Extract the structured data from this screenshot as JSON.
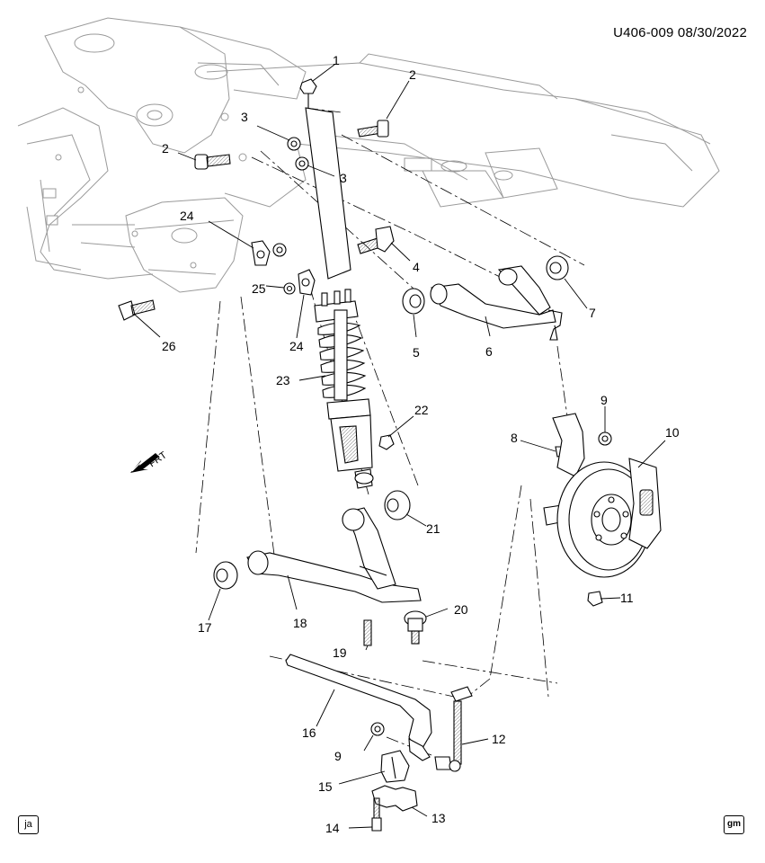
{
  "header": {
    "diagram_code": "U406-009  08/30/2022"
  },
  "direction_marker": {
    "label": "FRT",
    "icon": "front-arrow-icon"
  },
  "corner_badges": {
    "left": "ja",
    "right": "gm"
  },
  "callouts": {
    "c1": "1",
    "c2a": "2",
    "c2b": "2",
    "c3a": "3",
    "c3b": "3",
    "c4": "4",
    "c5": "5",
    "c6": "6",
    "c7": "7",
    "c8": "8",
    "c9a": "9",
    "c9b": "9",
    "c10": "10",
    "c11": "11",
    "c12": "12",
    "c13": "13",
    "c14": "14",
    "c15": "15",
    "c16": "16",
    "c17": "17",
    "c18": "18",
    "c19": "19",
    "c20": "20",
    "c21": "21",
    "c22": "22",
    "c23": "23",
    "c24a": "24",
    "c24b": "24",
    "c25": "25",
    "c26": "26"
  }
}
